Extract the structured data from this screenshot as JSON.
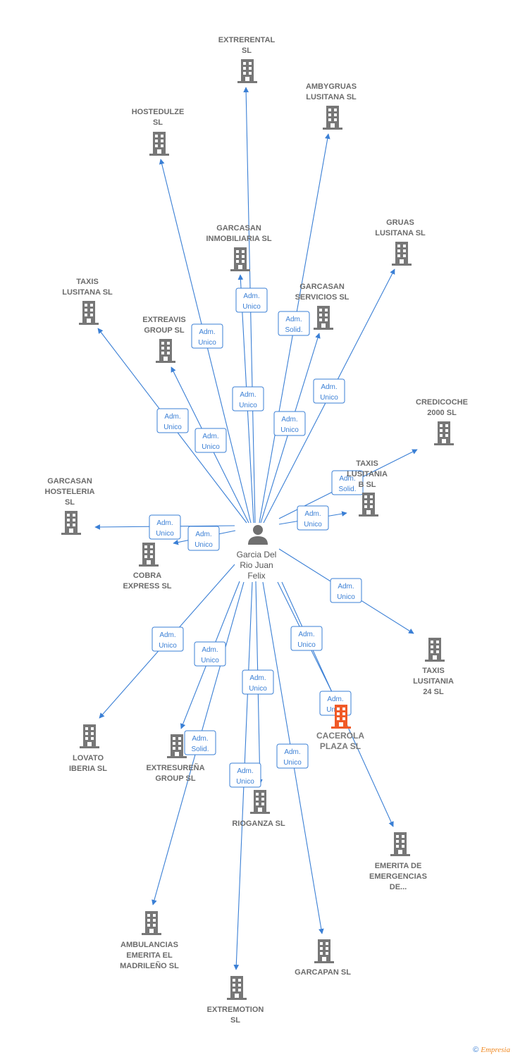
{
  "center": {
    "label": [
      "Garcia Del",
      "Rio Juan",
      "Felix"
    ],
    "icon": "person-icon"
  },
  "colors": {
    "edge": "#3a7fd5",
    "building": "#777777",
    "highlight": "#f05a28"
  },
  "nodes": [
    {
      "id": "extrerental",
      "label": [
        "EXTRERENTAL",
        "SL"
      ],
      "role": [
        "Adm.",
        "Unico"
      ],
      "icon": "building-icon"
    },
    {
      "id": "ambygruas",
      "label": [
        "AMBYGRUAS",
        "LUSITANA SL"
      ],
      "role": [
        "Adm.",
        "Solid."
      ],
      "icon": "building-icon"
    },
    {
      "id": "hostedulze",
      "label": [
        "HOSTEDULZE",
        "SL"
      ],
      "role": [
        "Adm.",
        "Unico"
      ],
      "icon": "building-icon"
    },
    {
      "id": "garcasan-inmobiliaria",
      "label": [
        "GARCASAN",
        "INMOBILIARIA SL"
      ],
      "role": [
        "Adm.",
        "Unico"
      ],
      "icon": "building-icon"
    },
    {
      "id": "gruas-lusitana",
      "label": [
        "GRUAS",
        "LUSITANA  SL"
      ],
      "role": [
        "Adm.",
        "Unico"
      ],
      "icon": "building-icon"
    },
    {
      "id": "garcasan-servicios",
      "label": [
        "GARCASAN",
        "SERVICIOS SL"
      ],
      "role": [
        "Adm.",
        "Unico"
      ],
      "icon": "building-icon"
    },
    {
      "id": "taxis-lusitana",
      "label": [
        "TAXIS",
        "LUSITANA  SL"
      ],
      "role": [
        "Adm.",
        "Unico"
      ],
      "icon": "building-icon"
    },
    {
      "id": "extreavis",
      "label": [
        "EXTREAVIS",
        "GROUP  SL"
      ],
      "role": [
        "Adm.",
        "Unico"
      ],
      "icon": "building-icon"
    },
    {
      "id": "credicoche",
      "label": [
        "CREDICOCHE",
        "2000  SL"
      ],
      "role": [
        "Adm.",
        "Solid."
      ],
      "icon": "building-icon"
    },
    {
      "id": "taxis-lusitania-b",
      "label": [
        "TAXIS",
        "LUSITANIA",
        "B  SL"
      ],
      "role": [
        "Adm.",
        "Unico"
      ],
      "icon": "building-icon"
    },
    {
      "id": "garcasan-hosteleria",
      "label": [
        "GARCASAN",
        "HOSTELERIA",
        "SL"
      ],
      "role": [
        "Adm.",
        "Unico"
      ],
      "icon": "building-icon"
    },
    {
      "id": "cobra-express",
      "label": [
        "COBRA",
        "EXPRESS SL"
      ],
      "role": [
        "Adm.",
        "Unico"
      ],
      "icon": "building-icon"
    },
    {
      "id": "taxis-lusitania-24",
      "label": [
        "TAXIS",
        "LUSITANIA",
        "24  SL"
      ],
      "role": [
        "Adm.",
        "Unico"
      ],
      "icon": "building-icon"
    },
    {
      "id": "lovato-iberia",
      "label": [
        "LOVATO",
        "IBERIA SL"
      ],
      "role": [
        "Adm.",
        "Unico"
      ],
      "icon": "building-icon"
    },
    {
      "id": "extresurena",
      "label": [
        "EXTRESUREÑA",
        "GROUP  SL"
      ],
      "role": [
        "Adm.",
        "Unico"
      ],
      "icon": "building-icon"
    },
    {
      "id": "cacerola-plaza",
      "label": [
        "CACEROLA",
        "PLAZA  SL"
      ],
      "role": [
        "Adm.",
        "Unico"
      ],
      "icon": "building-icon",
      "highlight": true
    },
    {
      "id": "rioganza",
      "label": [
        "RIOGANZA  SL"
      ],
      "role": [
        "Adm.",
        "Unico"
      ],
      "icon": "building-icon"
    },
    {
      "id": "emerita",
      "label": [
        "EMERITA DE",
        "EMERGENCIAS",
        "DE..."
      ],
      "role": [
        "Adm.",
        "Unico"
      ],
      "icon": "building-icon"
    },
    {
      "id": "ambulancias",
      "label": [
        "AMBULANCIAS",
        "EMERITA EL",
        "MADRILEÑO SL"
      ],
      "role": [
        "Adm.",
        "Solid."
      ],
      "icon": "building-icon"
    },
    {
      "id": "extremotion",
      "label": [
        "EXTREMOTION",
        "SL"
      ],
      "role": [
        "Adm.",
        "Unico"
      ],
      "icon": "building-icon"
    },
    {
      "id": "garcapan",
      "label": [
        "GARCAPAN SL"
      ],
      "role": [
        "Adm.",
        "Unico"
      ],
      "icon": "building-icon"
    }
  ],
  "footer": {
    "copyright_symbol": "©",
    "brand": "Empresia"
  }
}
